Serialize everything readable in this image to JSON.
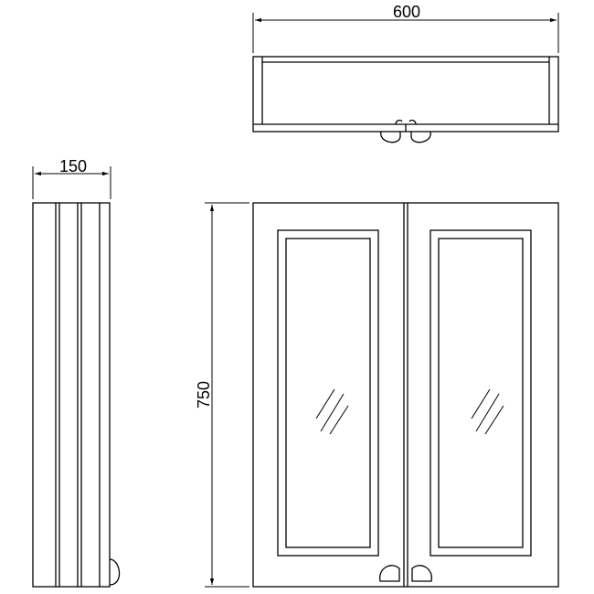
{
  "dimensions": {
    "width_label": "600",
    "depth_label": "150",
    "height_label": "750"
  },
  "colors": {
    "line": "#000000",
    "background": "#ffffff"
  }
}
